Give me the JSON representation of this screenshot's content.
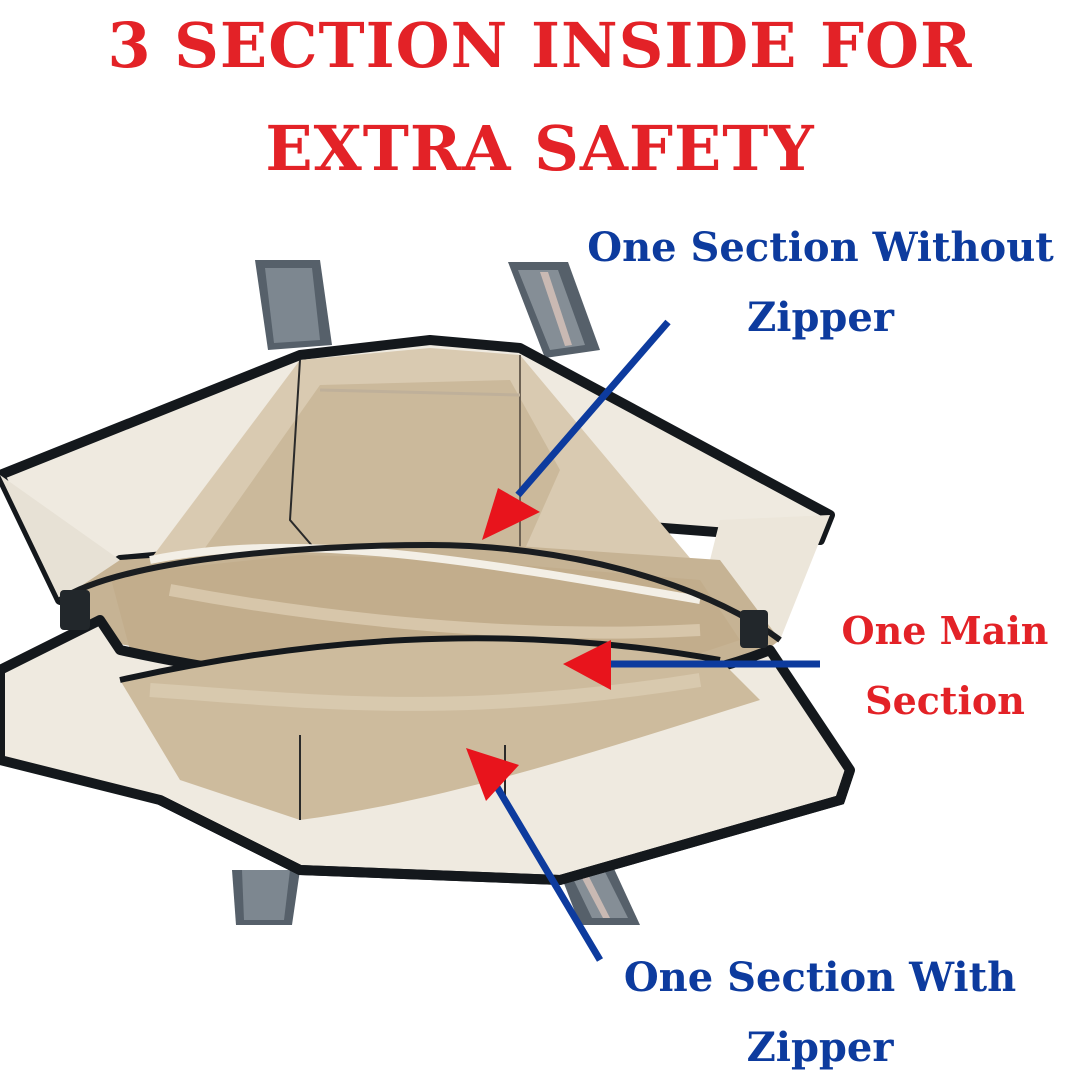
{
  "heading": {
    "line1": "3 SECTION INSIDE FOR",
    "line2": "EXTRA SAFETY"
  },
  "callouts": {
    "top": {
      "line1": "One Section Without",
      "line2": "Zipper"
    },
    "middle": {
      "line1": "One Main",
      "line2": "Section"
    },
    "bottom": {
      "line1": "One Section With",
      "line2": "Zipper"
    }
  },
  "colors": {
    "heading": "#e32227",
    "callout_blue": "#0d3b9e",
    "callout_red": "#e32227",
    "arrow_head": "#e8141c",
    "arrow_line": "#0d3b9e"
  },
  "image": {
    "subject": "open canvas tote bag with three compartments"
  }
}
